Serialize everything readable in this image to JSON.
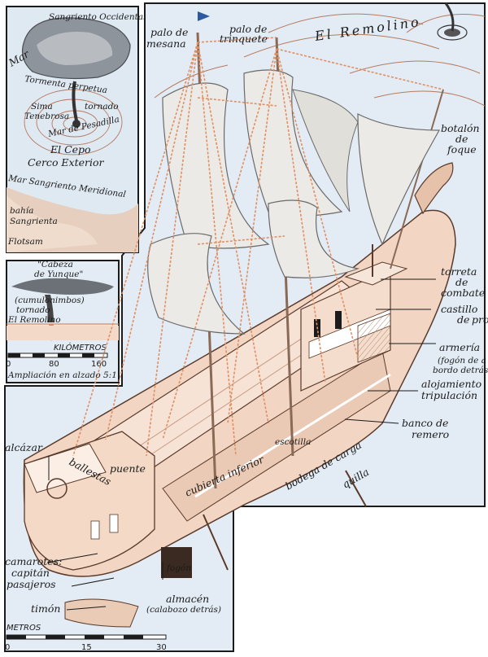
{
  "labels": {
    "palo_mesana": [
      "palo de",
      "mesana"
    ],
    "palo_trinquete": [
      "palo de",
      "trinquete"
    ],
    "remolino": "El Remolino",
    "botalon_foque": [
      "botalón",
      "de",
      "foque"
    ],
    "torreta": [
      "torreta",
      "de",
      "combate"
    ],
    "castillo_proa": [
      "castillo",
      "de",
      "proa"
    ],
    "armeria": [
      "armería",
      "(fogón de a",
      "bordo detrás)"
    ],
    "alojamiento": [
      "alojamiento",
      "tripulación"
    ],
    "banco_remero": [
      "banco de",
      "remero"
    ],
    "alcazar": "alcázar",
    "ballestas": "ballestas",
    "puente": "puente",
    "escotilla": "escotilla",
    "cubierta_inferior": "cubierta inferior",
    "bodega_carga": "bodega de carga",
    "quilla": "quilla",
    "camarotes": [
      "camarotes:",
      "capitán",
      "pasajeros"
    ],
    "fogon": "fogón",
    "timon": "timón",
    "almacen": [
      "almacén",
      "(calabozo detrás)"
    ]
  },
  "ship_scale": {
    "title": "METROS",
    "ticks": [
      "0",
      "15",
      "30"
    ]
  },
  "inset_map": {
    "mar_sangriento_occidental": [
      "Sangriento Occidental",
      "Mar"
    ],
    "tormenta_perpetua": "Tormenta perpetua",
    "sima_tenebrosa": [
      "Sima",
      "Tenebrosa"
    ],
    "tornado": "tornado",
    "mar_pesadilla": "Mar de Pesadilla",
    "el_cepo": "El Cepo",
    "cerco_exterior": "Cerco Exterior",
    "mar_sangriento_meridional": "Mar Sangriento Meridional",
    "bahia_sangrienta": [
      "bahía",
      "Sangrienta"
    ],
    "flotsam": "Flotsam"
  },
  "inset_profile": {
    "cabeza_yunque": [
      "\"Cabeza",
      "de Yunque\""
    ],
    "cumulonimbos": "(cumulonimbos)",
    "tornado": "tornado",
    "el_remolino": "El Remolino",
    "scale_title": "KILÓMETROS",
    "ticks": [
      "0",
      "80",
      "160"
    ],
    "amplificacion": "Ampliación en alzado 5:1"
  },
  "colors": {
    "sea": "#e3ecf4",
    "rigging": "#e08f63",
    "hull": "#f2d6c3",
    "sail": "#eceae6",
    "ink": "#1b1b1b",
    "storm": "#6c7178"
  }
}
